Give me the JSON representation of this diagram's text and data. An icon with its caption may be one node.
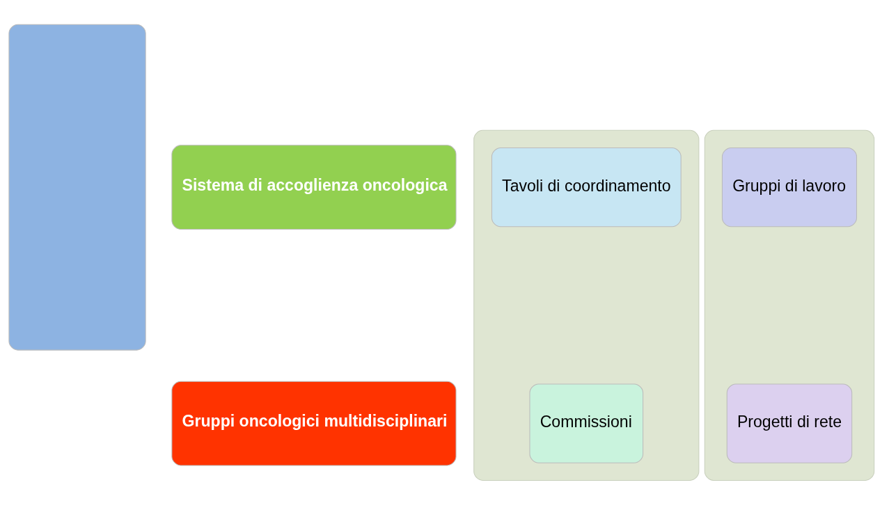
{
  "diagram": {
    "nodes": [
      {
        "text": [],
        "shape": "box"
      },
      {
        "text": [
          "Sistema di accoglienza oncologica"
        ]
      },
      {
        "text": [
          "Gruppi oncologici multidisciplinari"
        ]
      },
      {
        "text": [],
        "shape": "box"
      },
      {
        "text": [
          "Tavoli di coordinamento"
        ],
        "in": 3
      },
      {
        "text": [
          "Commissioni"
        ],
        "in": 3
      },
      {
        "text": [],
        "shape": "box"
      },
      {
        "text": [
          "Gruppi di lavoro"
        ],
        "in": 6
      },
      {
        "text": [
          "Progetti di rete"
        ],
        "in": 6
      }
    ],
    "edges": []
  }
}
